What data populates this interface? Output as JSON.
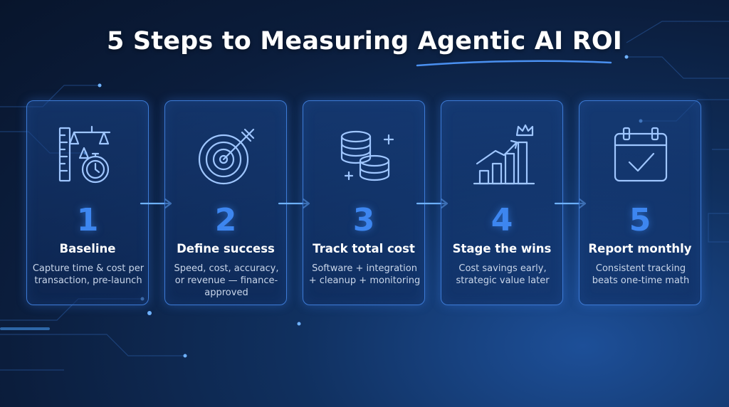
{
  "title": "5 Steps to Measuring Agentic AI ROI",
  "colors": {
    "accent": "#3d86f0",
    "card_border": "#3d7bd6",
    "background": "#0b1d3c"
  },
  "steps": [
    {
      "number": "1",
      "title": "Baseline",
      "description": "Capture time & cost per transaction, pre-launch",
      "icon": "ruler-scale-stopwatch-icon"
    },
    {
      "number": "2",
      "title": "Define success",
      "description": "Speed, cost, accuracy, or revenue — finance-approved",
      "icon": "target-icon"
    },
    {
      "number": "3",
      "title": "Track total cost",
      "description": "Software + integration + cleanup + monitoring",
      "icon": "coins-icon"
    },
    {
      "number": "4",
      "title": "Stage the wins",
      "description": "Cost savings early, strategic value later",
      "icon": "growth-chart-crown-icon"
    },
    {
      "number": "5",
      "title": "Report monthly",
      "description": "Consistent tracking beats one-time math",
      "icon": "calendar-check-icon"
    }
  ]
}
